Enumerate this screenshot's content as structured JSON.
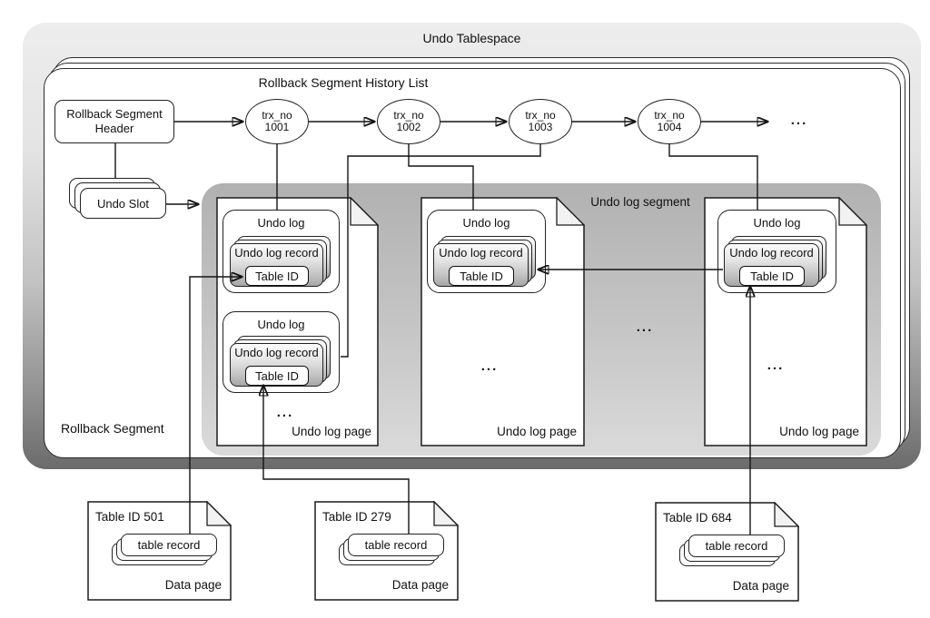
{
  "tablespace": {
    "title": "Undo Tablespace"
  },
  "rollback_segment": {
    "label": "Rollback Segment",
    "history_title": "Rollback Segment History List",
    "header_box_label": "Rollback Segment Header",
    "undo_slot_label": "Undo Slot",
    "trx_nodes": [
      {
        "name": "trx_no",
        "id": "1001"
      },
      {
        "name": "trx_no",
        "id": "1002"
      },
      {
        "name": "trx_no",
        "id": "1003"
      },
      {
        "name": "trx_no",
        "id": "1004"
      }
    ],
    "ellipsis": "..."
  },
  "undo_log_segment": {
    "label": "Undo log segment",
    "ellipsis": "...",
    "pages": [
      {
        "label": "Undo log page",
        "ellipsis": "...",
        "logs": [
          {
            "title": "Undo log",
            "record_label": "Undo log record",
            "table_id": "Table ID"
          },
          {
            "title": "Undo log",
            "record_label": "Undo log record",
            "table_id": "Table ID"
          }
        ]
      },
      {
        "label": "Undo log page",
        "ellipsis": "...",
        "logs": [
          {
            "title": "Undo log",
            "record_label": "Undo log record",
            "table_id": "Table ID"
          }
        ]
      },
      {
        "label": "Undo log page",
        "ellipsis": "...",
        "logs": [
          {
            "title": "Undo log",
            "record_label": "Undo log record",
            "table_id": "Table ID"
          }
        ]
      }
    ]
  },
  "data_pages": [
    {
      "title": "Table ID 501",
      "record_label": "table record",
      "label": "Data page"
    },
    {
      "title": "Table ID 279",
      "record_label": "table record",
      "label": "Data page"
    },
    {
      "title": "Table ID 684",
      "record_label": "table record",
      "label": "Data page"
    }
  ],
  "colors": {
    "arrow": "#131313",
    "tablespace_top": "#ededed",
    "tablespace_bottom": "#6b6b6b",
    "segment_top": "#b1b1b1",
    "segment_bottom": "#dadada",
    "record_gradient_bottom": "#a6a6a6"
  }
}
